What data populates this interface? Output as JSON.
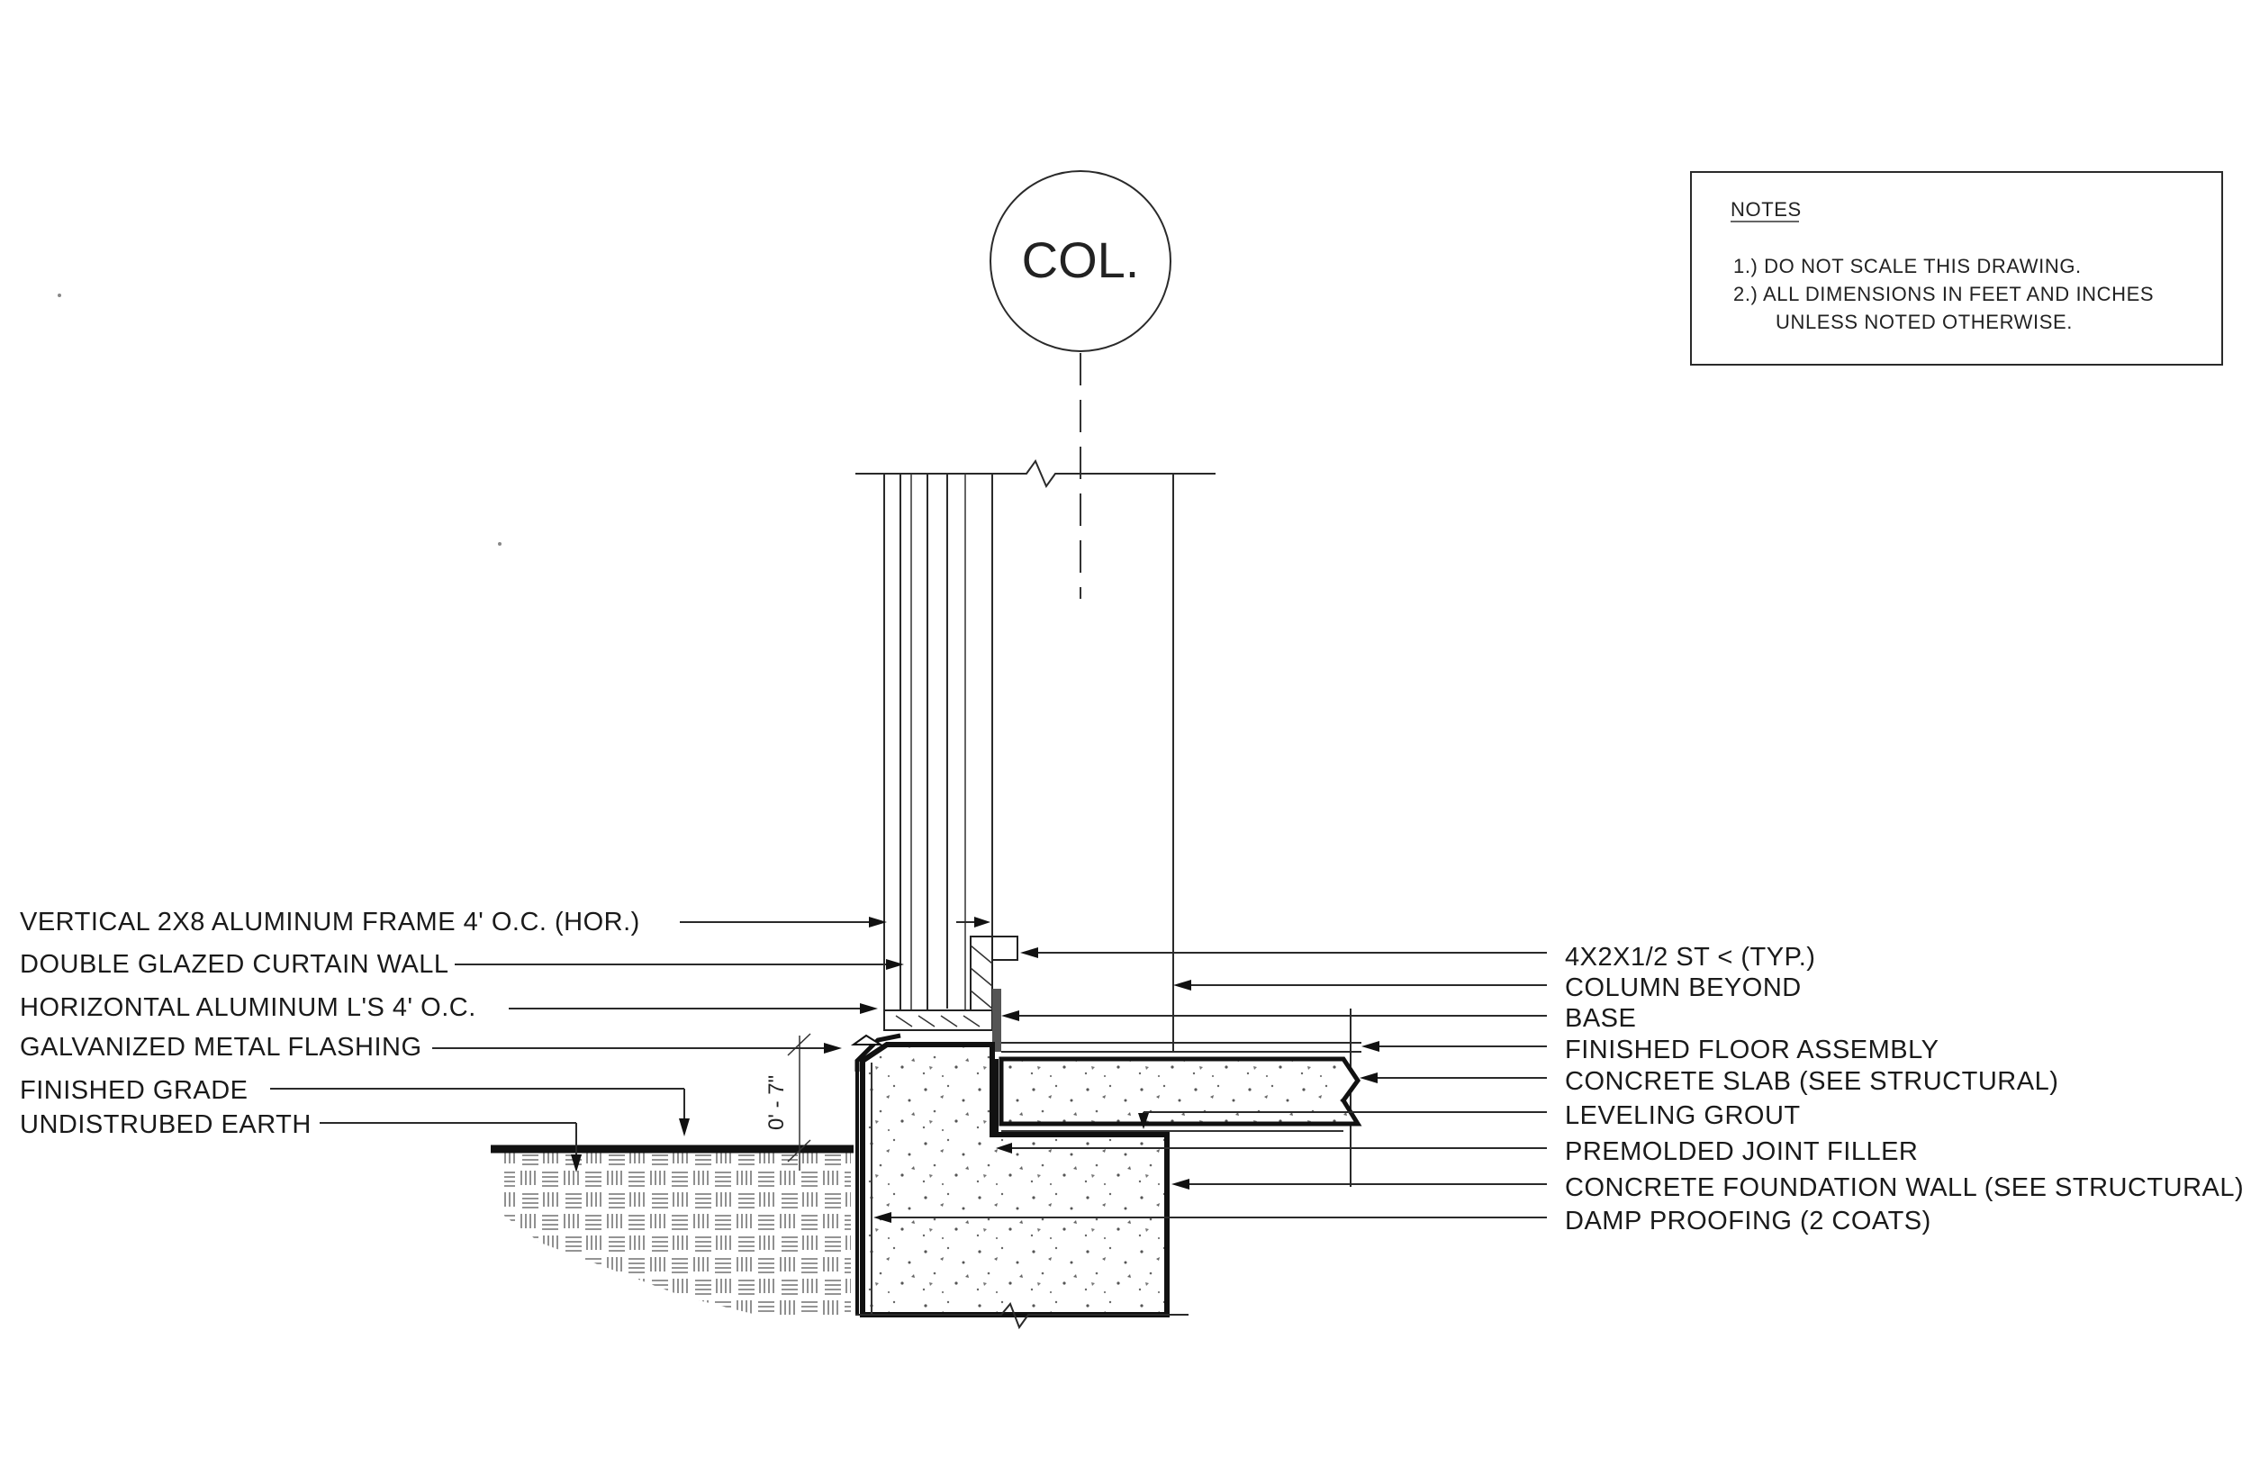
{
  "column_tag": "COL.",
  "notes": {
    "heading": "NOTES",
    "line1": "1.) DO NOT SCALE THIS DRAWING.",
    "line2": "2.) ALL DIMENSIONS IN FEET AND INCHES",
    "line3": "UNLESS NOTED OTHERWISE."
  },
  "dimension": "0' - 7\"",
  "labels_left": [
    "VERTICAL 2X8 ALUMINUM FRAME 4' O.C. (HOR.)",
    "DOUBLE GLAZED CURTAIN WALL",
    "HORIZONTAL ALUMINUM L'S 4' O.C.",
    "GALVANIZED METAL FLASHING",
    "FINISHED GRADE",
    "UNDISTRUBED EARTH"
  ],
  "labels_right": [
    "4X2X1/2 ST < (TYP.)",
    "COLUMN BEYOND",
    "BASE",
    "FINISHED FLOOR ASSEMBLY",
    "CONCRETE SLAB (SEE STRUCTURAL)",
    "LEVELING GROUT",
    "PREMOLDED JOINT FILLER",
    "CONCRETE FOUNDATION WALL (SEE STRUCTURAL)",
    "DAMP PROOFING (2 COATS)"
  ]
}
